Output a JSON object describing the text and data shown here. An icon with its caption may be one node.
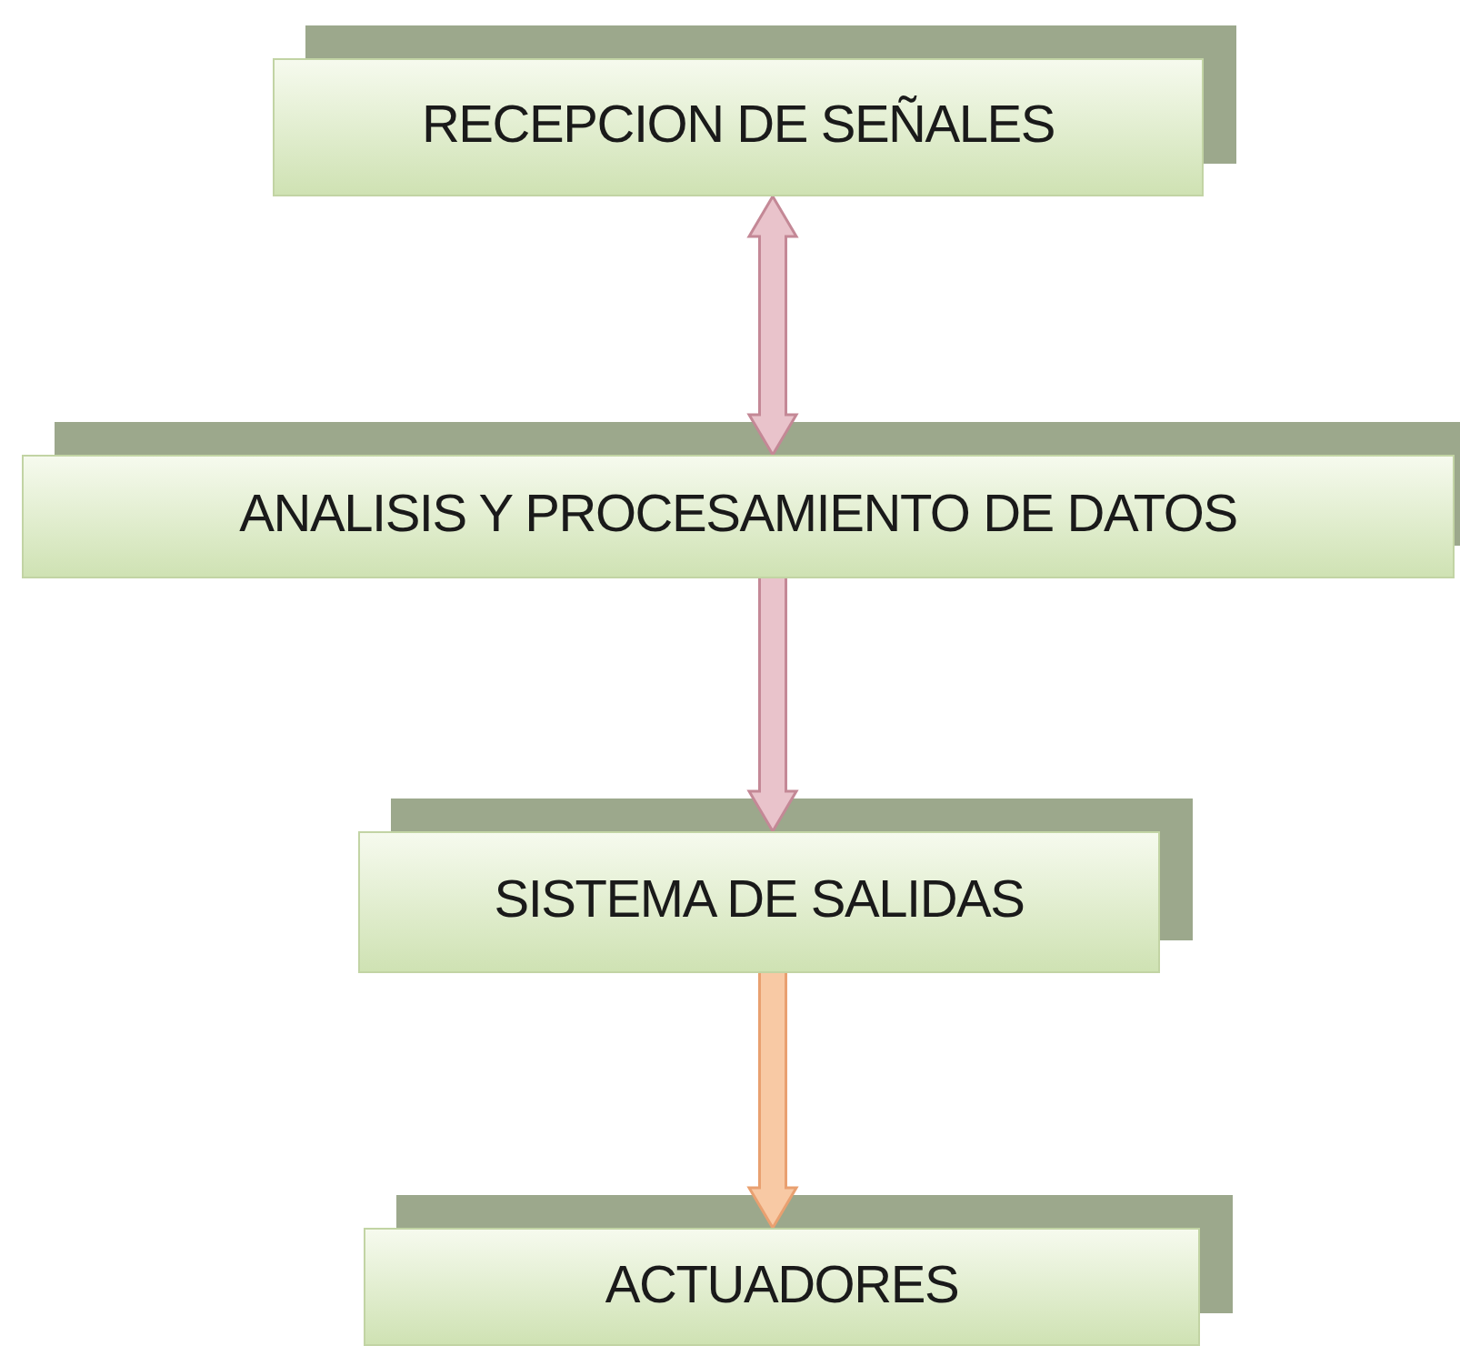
{
  "diagram": {
    "nodes": [
      {
        "text": [
          "RECEPCION DE SEÑALES"
        ]
      },
      {
        "text": [
          "ANALISIS Y PROCESAMIENTO DE DATOS"
        ]
      },
      {
        "text": [
          "SISTEMA DE SALIDAS"
        ]
      },
      {
        "text": [
          "ACTUADORES"
        ]
      }
    ],
    "edges": [
      {
        "from": 0,
        "to": 1,
        "arrow": "both"
      },
      {
        "from": 1,
        "to": 2,
        "arrow": "to"
      },
      {
        "from": 2,
        "to": 3,
        "arrow": "to",
        "color": "#f8c9a4"
      }
    ]
  }
}
